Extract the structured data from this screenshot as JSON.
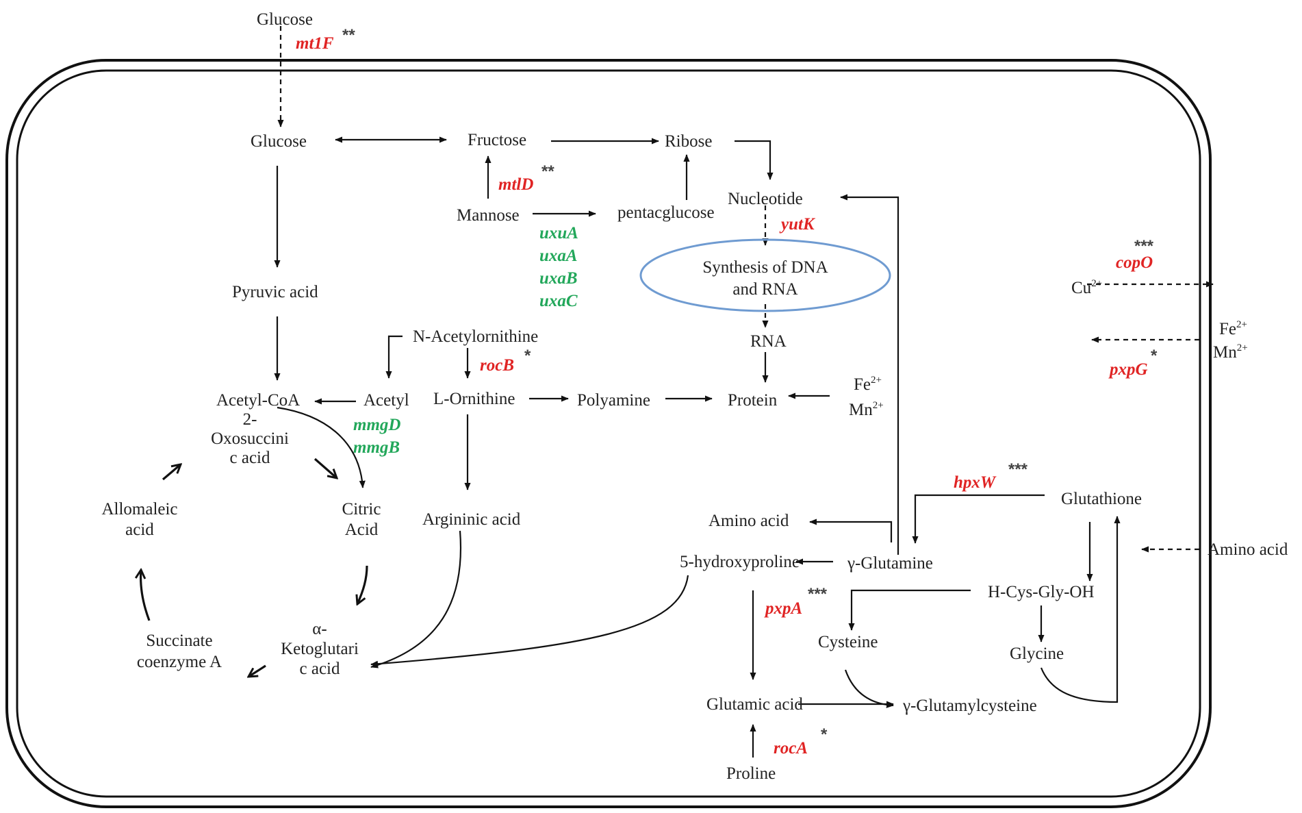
{
  "metabolites": {
    "glucose_outside": "Glucose",
    "glucose": "Glucose",
    "fructose": "Fructose",
    "ribose": "Ribose",
    "mannose": "Mannose",
    "pentacglucose": "pentacglucose",
    "nucleotide": "Nucleotide",
    "synthesis_line1": "Synthesis of DNA",
    "synthesis_line2": "and RNA",
    "rna": "RNA",
    "protein": "Protein",
    "pyruvic_acid": "Pyruvic acid",
    "n_acetylornithine": "N-Acetylornithine",
    "l_ornithine": "L-Ornithine",
    "polyamine": "Polyamine",
    "acetyl_coa": "Acetyl-CoA",
    "acetyl": "Acetyl",
    "oxosuccinic_line1": "2-",
    "oxosuccinic_line2": "Oxosuccini",
    "oxosuccinic_line3": "c acid",
    "citric_line1": "Citric",
    "citric_line2": "Acid",
    "allomaleic_line1": "Allomaleic",
    "allomaleic_line2": "acid",
    "argininic_acid": "Argininic acid",
    "succinate_line1": "Succinate",
    "succinate_line2": "coenzyme A",
    "ketoglutaric_line1": "α-",
    "ketoglutaric_line2": "Ketoglutari",
    "ketoglutaric_line3": "c acid",
    "amino_acid": "Amino acid",
    "hydroxyproline": "5-hydroxyproline",
    "gamma_glutamine": "γ-Glutamine",
    "glutathione": "Glutathione",
    "h_cys_gly_oh": "H-Cys-Gly-OH",
    "cysteine": "Cysteine",
    "glycine": "Glycine",
    "glutamic_acid": "Glutamic acid",
    "gamma_glutamylcysteine": "γ-Glutamylcysteine",
    "proline": "Proline",
    "amino_acid_outside": "Amino acid"
  },
  "ions": {
    "fe_protein": "Fe",
    "fe_protein_sup": "2+",
    "mn_protein": "Mn",
    "mn_protein_sup": "2+",
    "cu": "Cu",
    "cu_sup": "2+",
    "fe_transport": "Fe",
    "fe_transport_sup": "2+",
    "mn_transport": "Mn",
    "mn_transport_sup": "2+"
  },
  "genes_upregulated": {
    "mt1F": "mt1F",
    "mtlD": "mtlD",
    "yutK": "yutK",
    "rocB": "rocB",
    "copO": "copO",
    "pxpG": "pxpG",
    "hpxW": "hpxW",
    "pxpA": "pxpA",
    "rocA": "rocA"
  },
  "genes_downregulated": {
    "uxuA": "uxuA",
    "uxaA": "uxaA",
    "uxaB": "uxaB",
    "uxaC": "uxaC",
    "mmgD": "mmgD",
    "mmgB": "mmgB"
  },
  "significance": {
    "mt1F": "**",
    "mtlD": "**",
    "rocB": "*",
    "copO": "***",
    "pxpG": "*",
    "hpxW": "***",
    "pxpA": "***",
    "rocA": "*"
  },
  "colors": {
    "upregulated_gene": "#e02424",
    "downregulated_gene": "#22a75a",
    "synthesis_ellipse": "#6f9bd1",
    "line": "#111111"
  }
}
